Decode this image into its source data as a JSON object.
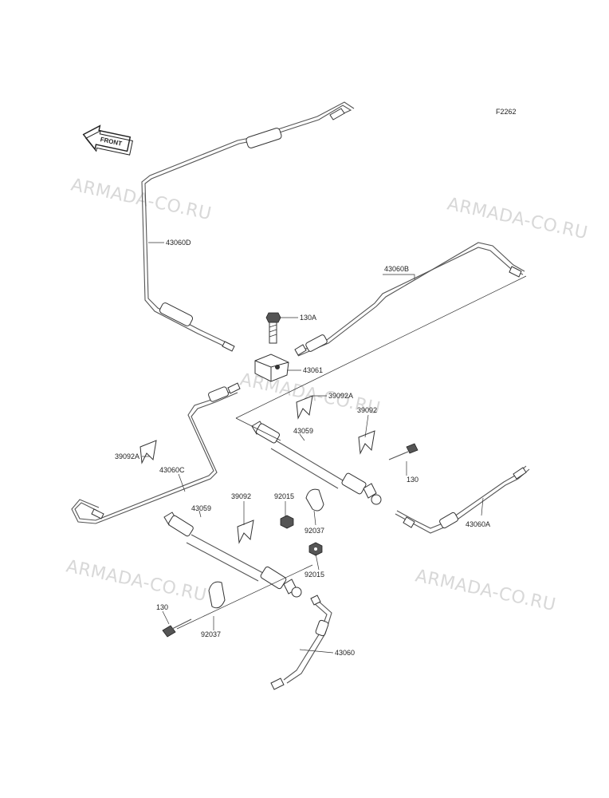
{
  "figure_code": "F2262",
  "front_label": "FRONT",
  "watermarks": [
    "ARMADA-CO.RU",
    "ARMADA-CO.RU",
    "ARMADA-CO.RU",
    "ARMADA-CO.RU",
    "ARMADA-CO.RU"
  ],
  "labels": {
    "p43060D": "43060D",
    "p43060B": "43060B",
    "p130A": "130A",
    "p43061": "43061",
    "p39092A_top": "39092A",
    "p39092_right": "39092",
    "p43059_right": "43059",
    "p130_right": "130",
    "p39092A_left": "39092A",
    "p43060C": "43060C",
    "p39092_mid": "39092",
    "p92015_top": "92015",
    "p43059_left": "43059",
    "p92037_right": "92037",
    "p43060A": "43060A",
    "p92015_bottom": "92015",
    "p130_left": "130",
    "p92037_left": "92037",
    "p43060": "43060"
  }
}
